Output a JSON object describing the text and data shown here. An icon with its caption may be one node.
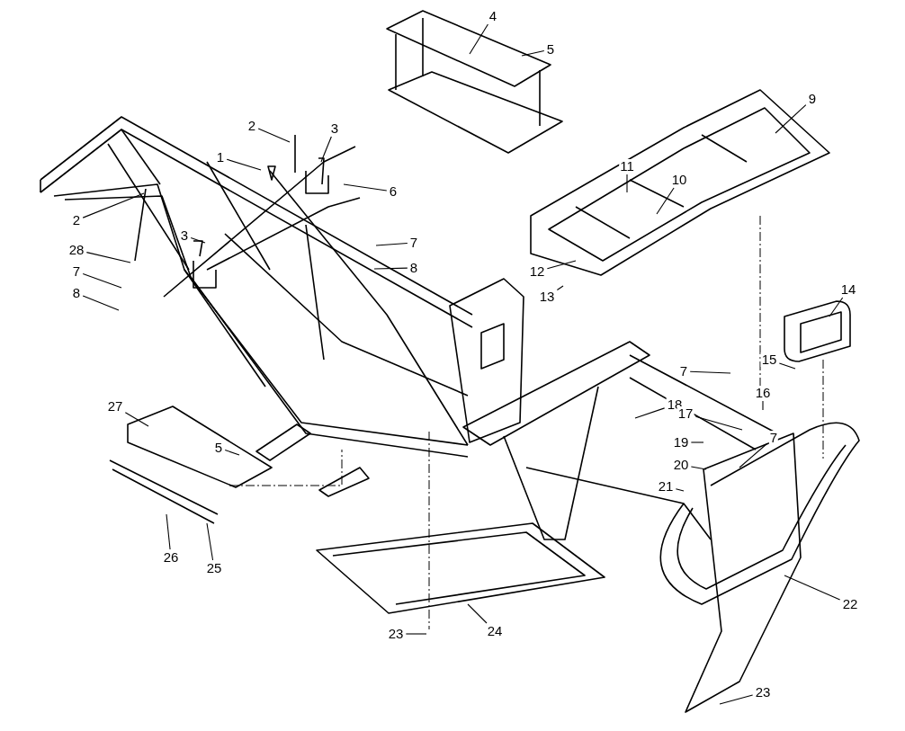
{
  "diagram": {
    "nodes": [
      {
        "text": [
          "4"
        ]
      },
      {
        "text": [
          "5"
        ]
      },
      {
        "text": [
          "9"
        ]
      },
      {
        "text": [
          "2"
        ]
      },
      {
        "text": [
          "3"
        ]
      },
      {
        "text": [
          "1"
        ]
      },
      {
        "text": [
          "11"
        ]
      },
      {
        "text": [
          "10"
        ]
      },
      {
        "text": [
          "6"
        ]
      },
      {
        "text": [
          "2"
        ]
      },
      {
        "text": [
          "3"
        ]
      },
      {
        "text": [
          "7"
        ]
      },
      {
        "text": [
          "28"
        ]
      },
      {
        "text": [
          "8"
        ]
      },
      {
        "text": [
          "12"
        ]
      },
      {
        "text": [
          "7"
        ]
      },
      {
        "text": [
          "8"
        ]
      },
      {
        "text": [
          "13"
        ]
      },
      {
        "text": [
          "14"
        ]
      },
      {
        "text": [
          "15"
        ]
      },
      {
        "text": [
          "7"
        ]
      },
      {
        "text": [
          "16"
        ]
      },
      {
        "text": [
          "18"
        ]
      },
      {
        "text": [
          "17"
        ]
      },
      {
        "text": [
          "27"
        ]
      },
      {
        "text": [
          "19"
        ]
      },
      {
        "text": [
          "7"
        ]
      },
      {
        "text": [
          "5"
        ]
      },
      {
        "text": [
          "20"
        ]
      },
      {
        "text": [
          "21"
        ]
      },
      {
        "text": [
          "26"
        ]
      },
      {
        "text": [
          "25"
        ]
      },
      {
        "text": [
          "22"
        ]
      },
      {
        "text": [
          "23"
        ]
      },
      {
        "text": [
          "24"
        ]
      },
      {
        "text": [
          "23"
        ]
      }
    ],
    "edges": [
      {
        "from": 0,
        "to": null,
        "arrow": "none"
      },
      {
        "from": 1,
        "to": null,
        "arrow": "none"
      },
      {
        "from": 2,
        "to": null,
        "arrow": "none"
      },
      {
        "from": 3,
        "to": null,
        "arrow": "none"
      },
      {
        "from": 4,
        "to": null,
        "arrow": "none"
      },
      {
        "from": 5,
        "to": null,
        "arrow": "none"
      },
      {
        "from": 6,
        "to": null,
        "arrow": "none"
      },
      {
        "from": 7,
        "to": null,
        "arrow": "none"
      },
      {
        "from": 8,
        "to": null,
        "arrow": "none"
      },
      {
        "from": 9,
        "to": null,
        "arrow": "none"
      },
      {
        "from": 10,
        "to": null,
        "arrow": "none"
      },
      {
        "from": 11,
        "to": null,
        "arrow": "none"
      },
      {
        "from": 12,
        "to": null,
        "arrow": "none"
      },
      {
        "from": 13,
        "to": null,
        "arrow": "none"
      },
      {
        "from": 14,
        "to": null,
        "arrow": "none"
      },
      {
        "from": 15,
        "to": null,
        "arrow": "none"
      },
      {
        "from": 16,
        "to": null,
        "arrow": "none"
      },
      {
        "from": 17,
        "to": null,
        "arrow": "none"
      },
      {
        "from": 18,
        "to": null,
        "arrow": "none"
      },
      {
        "from": 19,
        "to": null,
        "arrow": "none"
      },
      {
        "from": 20,
        "to": null,
        "arrow": "none"
      },
      {
        "from": 21,
        "to": null,
        "arrow": "none"
      },
      {
        "from": 22,
        "to": null,
        "arrow": "none"
      },
      {
        "from": 23,
        "to": null,
        "arrow": "none"
      },
      {
        "from": 24,
        "to": null,
        "arrow": "none"
      },
      {
        "from": 25,
        "to": null,
        "arrow": "none"
      },
      {
        "from": 26,
        "to": null,
        "arrow": "none"
      },
      {
        "from": 27,
        "to": null,
        "arrow": "none"
      },
      {
        "from": 28,
        "to": null,
        "arrow": "none"
      },
      {
        "from": 29,
        "to": null,
        "arrow": "none"
      },
      {
        "from": 30,
        "to": null,
        "arrow": "none"
      },
      {
        "from": 31,
        "to": null,
        "arrow": "none"
      },
      {
        "from": 32,
        "to": null,
        "arrow": "none"
      },
      {
        "from": 33,
        "to": null,
        "arrow": "none"
      },
      {
        "from": 34,
        "to": null,
        "arrow": "none"
      },
      {
        "from": 35,
        "to": null,
        "arrow": "none"
      }
    ]
  }
}
